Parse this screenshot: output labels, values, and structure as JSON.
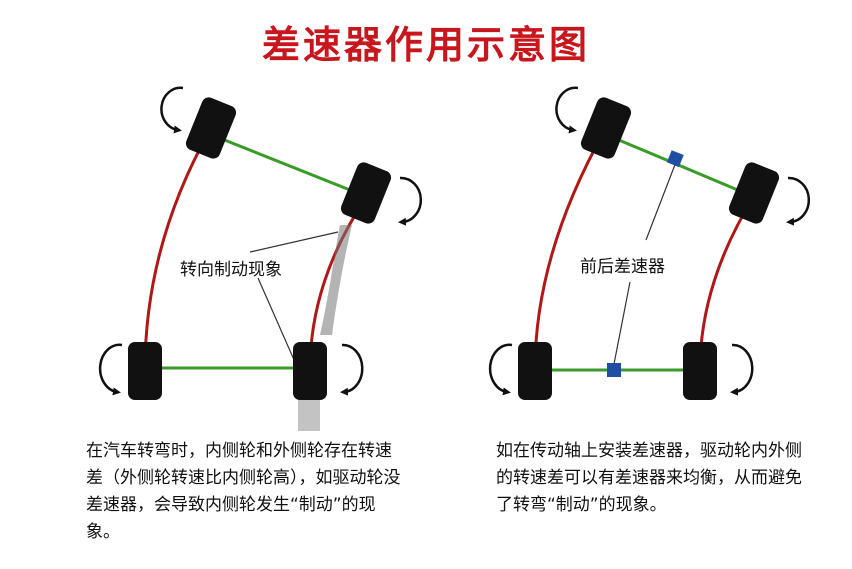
{
  "title": "差速器作用示意图",
  "left_panel": {
    "label": "转向制动现象",
    "caption": "在汽车转弯时，内侧轮和外侧轮存在转速差（外侧轮转速比内侧轮高），如驱动轮没差速器，会导致内侧轮发生“制动”的现象。"
  },
  "right_panel": {
    "label": "前后差速器",
    "caption": "如在传动轴上安装差速器，驱动轮内外侧的转速差可以有差速器来均衡，从而避免了转弯“制动”的现象。"
  },
  "colors": {
    "title": "#c8161d",
    "axle": "#3a9a2a",
    "wheel_path": "#b01818",
    "wheel": "#111111",
    "differential": "#1f4fa3"
  }
}
